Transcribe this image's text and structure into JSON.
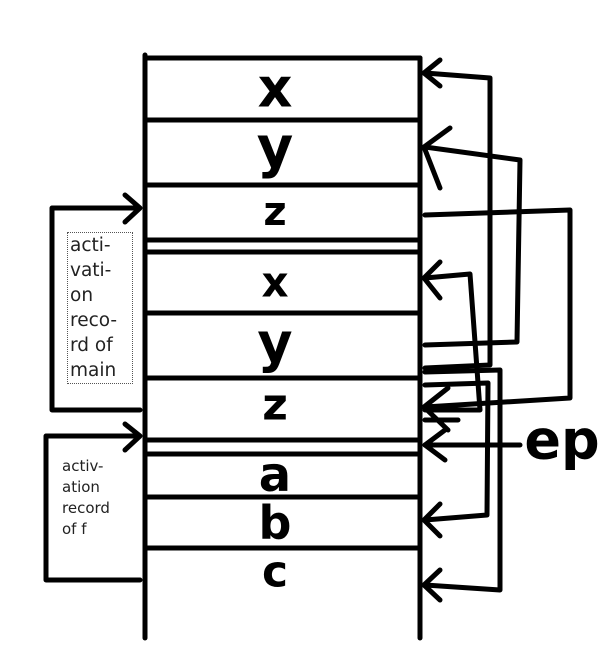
{
  "stack": {
    "cells": [
      {
        "var": "x"
      },
      {
        "var": "y"
      },
      {
        "var": "z"
      },
      {
        "var": "x"
      },
      {
        "var": "y"
      },
      {
        "var": "z"
      },
      {
        "var": "a"
      },
      {
        "var": "b"
      },
      {
        "var": "c"
      }
    ]
  },
  "frames": {
    "main": {
      "lines": [
        "acti-",
        "vati-",
        "on",
        "reco-",
        "rd of",
        "main"
      ]
    },
    "f": {
      "lines": [
        "activ-",
        "ation",
        "record",
        "of f"
      ]
    }
  },
  "pointer": {
    "label": "ep"
  }
}
